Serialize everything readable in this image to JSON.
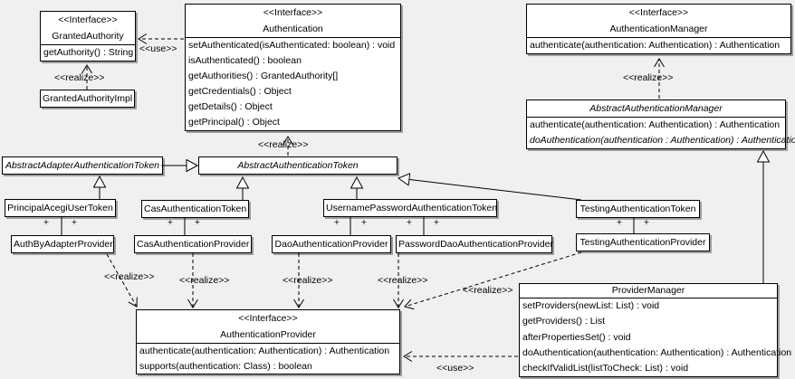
{
  "labels": {
    "interface_stereotype": "<<Interface>>",
    "realize": "<<realize>>",
    "use": "<<use>>",
    "plus": "+"
  },
  "colors": {
    "background": "#f0f0f0",
    "box_fill": "#ffffff",
    "box_border": "#000000",
    "box_shadow": "#9e9e9e",
    "line": "#000000"
  },
  "classes": {
    "granted_authority": {
      "stereotype": "<<Interface>>",
      "name": "GrantedAuthority",
      "methods": [
        "getAuthority() : String"
      ]
    },
    "granted_authority_impl": {
      "name": "GrantedAuthorityImpl"
    },
    "authentication": {
      "stereotype": "<<Interface>>",
      "name": "Authentication",
      "methods": [
        "setAuthenticated(isAuthenticated: boolean) : void",
        "isAuthenticated() : boolean",
        "getAuthorities() : GrantedAuthority[]",
        "getCredentials() : Object",
        "getDetails() : Object",
        "getPrincipal() : Object"
      ]
    },
    "authentication_manager": {
      "stereotype": "<<Interface>>",
      "name": "AuthenticationManager",
      "methods": [
        "authenticate(authentication: Authentication) : Authentication"
      ]
    },
    "abstract_authentication_manager": {
      "name": "AbstractAuthenticationManager",
      "abstract": true,
      "methods": [
        "authenticate(authentication: Authentication) : Authentication",
        "doAuthentication(authentication : Authentication) : Authentication"
      ]
    },
    "abstract_adapter_authentication_token": {
      "name": "AbstractAdapterAuthenticationToken",
      "abstract": true
    },
    "abstract_authentication_token": {
      "name": "AbstractAuthenticationToken",
      "abstract": true
    },
    "principal_acegi_user_token": {
      "name": "PrincipalAcegiUserToken"
    },
    "cas_authentication_token": {
      "name": "CasAuthenticationToken"
    },
    "username_password_authentication_token": {
      "name": "UsernamePasswordAuthenticationToken"
    },
    "testing_authentication_token": {
      "name": "TestingAuthenticationToken"
    },
    "auth_by_adapter_provider": {
      "name": "AuthByAdapterProvider"
    },
    "cas_authentication_provider": {
      "name": "CasAuthenticationProvider"
    },
    "dao_authentication_provider": {
      "name": "DaoAuthenticationProvider"
    },
    "password_dao_authentication_provider": {
      "name": "PasswordDaoAuthenticationProvider"
    },
    "testing_authentication_provider": {
      "name": "TestingAuthenticationProvider"
    },
    "authentication_provider": {
      "stereotype": "<<Interface>>",
      "name": "AuthenticationProvider",
      "methods": [
        "authenticate(authentication: Authentication) : Authentication",
        "supports(authentication: Class) : boolean"
      ]
    },
    "provider_manager": {
      "name": "ProviderManager",
      "methods": [
        "setProviders(newList: List) : void",
        "getProviders() : List",
        "afterPropertiesSet() : void",
        "doAuthentication(authentication: Authentication) : Authentication",
        "checkIfValidList(listToCheck: List) : void"
      ]
    }
  },
  "relationships": [
    {
      "type": "use",
      "from": "Authentication",
      "to": "GrantedAuthority",
      "label": "<<use>>"
    },
    {
      "type": "realize",
      "from": "GrantedAuthorityImpl",
      "to": "GrantedAuthority",
      "label": "<<realize>>"
    },
    {
      "type": "realize",
      "from": "AbstractAuthenticationToken",
      "to": "Authentication",
      "label": "<<realize>>"
    },
    {
      "type": "realize",
      "from": "AbstractAuthenticationManager",
      "to": "AuthenticationManager",
      "label": "<<realize>>"
    },
    {
      "type": "generalization",
      "from": "AbstractAdapterAuthenticationToken",
      "to": "AbstractAuthenticationToken"
    },
    {
      "type": "generalization",
      "from": "PrincipalAcegiUserToken",
      "to": "AbstractAdapterAuthenticationToken"
    },
    {
      "type": "generalization",
      "from": "CasAuthenticationToken",
      "to": "AbstractAuthenticationToken"
    },
    {
      "type": "generalization",
      "from": "UsernamePasswordAuthenticationToken",
      "to": "AbstractAuthenticationToken"
    },
    {
      "type": "generalization",
      "from": "TestingAuthenticationToken",
      "to": "AbstractAuthenticationToken"
    },
    {
      "type": "generalization",
      "from": "ProviderManager",
      "to": "AbstractAuthenticationManager"
    },
    {
      "type": "association",
      "from": "PrincipalAcegiUserToken",
      "to": "AuthByAdapterProvider",
      "multiplicities": [
        "+",
        "+"
      ]
    },
    {
      "type": "association",
      "from": "CasAuthenticationToken",
      "to": "CasAuthenticationProvider",
      "multiplicities": [
        "+",
        "+"
      ]
    },
    {
      "type": "association",
      "from": "UsernamePasswordAuthenticationToken",
      "to": "DaoAuthenticationProvider",
      "multiplicities": [
        "+",
        "+"
      ]
    },
    {
      "type": "association",
      "from": "UsernamePasswordAuthenticationToken",
      "to": "PasswordDaoAuthenticationProvider",
      "multiplicities": [
        "+",
        "+"
      ]
    },
    {
      "type": "association",
      "from": "TestingAuthenticationToken",
      "to": "TestingAuthenticationProvider",
      "multiplicities": [
        "+",
        "+"
      ]
    },
    {
      "type": "realize",
      "from": "AuthByAdapterProvider",
      "to": "AuthenticationProvider",
      "label": "<<realize>>"
    },
    {
      "type": "realize",
      "from": "CasAuthenticationProvider",
      "to": "AuthenticationProvider",
      "label": "<<realize>>"
    },
    {
      "type": "realize",
      "from": "DaoAuthenticationProvider",
      "to": "AuthenticationProvider",
      "label": "<<realize>>"
    },
    {
      "type": "realize",
      "from": "PasswordDaoAuthenticationProvider",
      "to": "AuthenticationProvider",
      "label": "<<realize>>"
    },
    {
      "type": "realize",
      "from": "TestingAuthenticationProvider",
      "to": "AuthenticationProvider",
      "label": "<<realize>>"
    },
    {
      "type": "use",
      "from": "ProviderManager",
      "to": "AuthenticationProvider",
      "label": "<<use>>"
    }
  ]
}
